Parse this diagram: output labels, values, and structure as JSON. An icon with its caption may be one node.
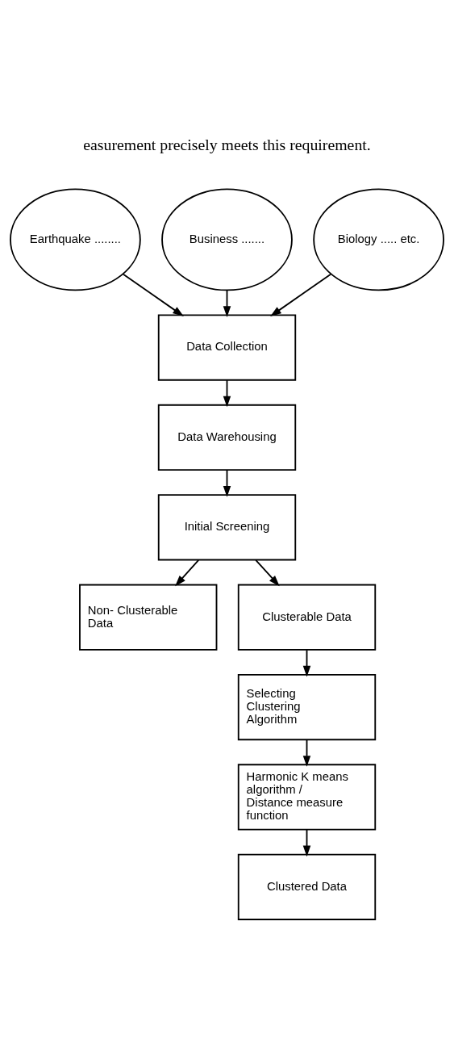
{
  "diagram": {
    "nodes": [
      {
        "text": [
          "Earthquake ........"
        ]
      },
      {
        "text": [
          "Business ......."
        ]
      },
      {
        "text": [
          "Biology ..... etc."
        ]
      },
      {
        "text": [
          "Data Collection"
        ]
      },
      {
        "text": [
          "Data Warehousing"
        ]
      },
      {
        "text": [
          "Initial Screening"
        ]
      },
      {
        "text": [
          "Non- Clusterable Data"
        ]
      },
      {
        "text": [
          "Clusterable Data"
        ]
      },
      {
        "text": [
          "Selecting Clustering Algorithm"
        ]
      },
      {
        "text": [
          "Harmonic K means algorithm / Distance measure function"
        ]
      },
      {
        "text": [
          "Clustered Data"
        ]
      }
    ],
    "edges": [
      {
        "from": 0,
        "to": 3,
        "arrow": "to"
      },
      {
        "from": 1,
        "to": 3,
        "arrow": "to"
      },
      {
        "from": 2,
        "to": 3,
        "arrow": "to"
      },
      {
        "from": 3,
        "to": 4,
        "arrow": "to"
      },
      {
        "from": 4,
        "to": 5,
        "arrow": "to"
      },
      {
        "from": 5,
        "to": 6,
        "arrow": "to"
      },
      {
        "from": 5,
        "to": 7,
        "arrow": "to"
      },
      {
        "from": 7,
        "to": 8,
        "arrow": "to"
      },
      {
        "from": 8,
        "to": 9,
        "arrow": "to"
      },
      {
        "from": 9,
        "to": 10,
        "arrow": "to"
      }
    ],
    "labels": [
      "easurement precisely meets this requirement."
    ]
  }
}
